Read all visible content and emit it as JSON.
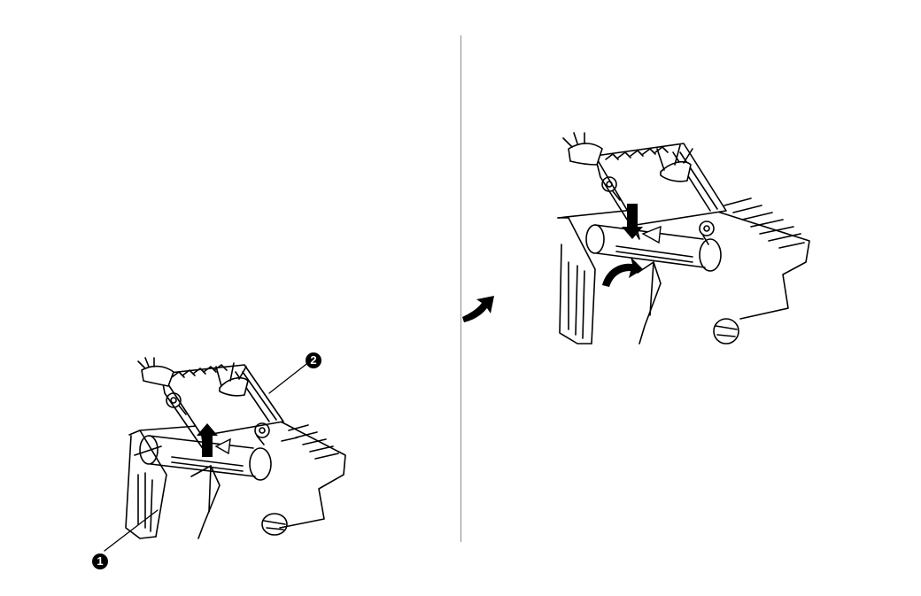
{
  "callouts": {
    "one": "1",
    "two": "2"
  },
  "illustrations": {
    "left": "printer-ribbon-removal",
    "right": "printer-ribbon-installation"
  },
  "icons": {
    "side_arrow": "curved-arrow-icon",
    "up_arrow": "arrow-up-icon",
    "down_arrow": "arrow-down-icon"
  }
}
